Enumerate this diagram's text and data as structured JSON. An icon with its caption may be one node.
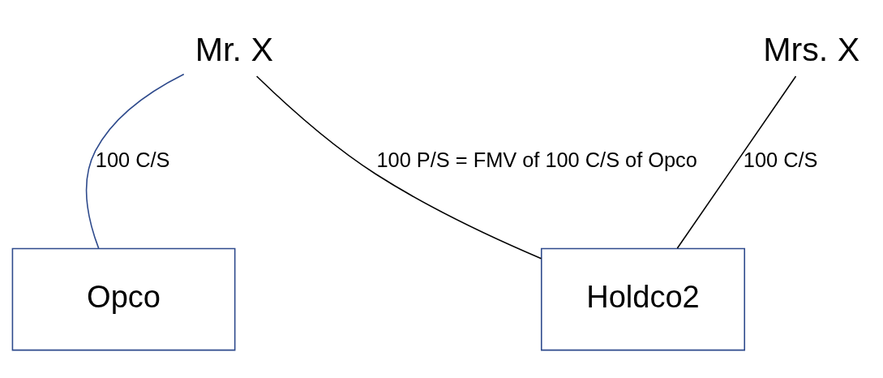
{
  "diagram": {
    "nodes": [
      {
        "text": [
          "Mr. X"
        ]
      },
      {
        "text": [
          "Mrs. X"
        ]
      },
      {
        "text": [
          "Opco"
        ]
      },
      {
        "text": [
          "Holdco2"
        ]
      }
    ],
    "edges": [
      {
        "from": 0,
        "to": 2,
        "arrow": "none",
        "label": "100 C/S",
        "color": "#2e4a8c"
      },
      {
        "from": 0,
        "to": 3,
        "arrow": "none",
        "label": "100 P/S = FMV of 100 C/S of Opco"
      },
      {
        "from": 1,
        "to": 3,
        "arrow": "none",
        "label": "100 C/S"
      }
    ]
  }
}
